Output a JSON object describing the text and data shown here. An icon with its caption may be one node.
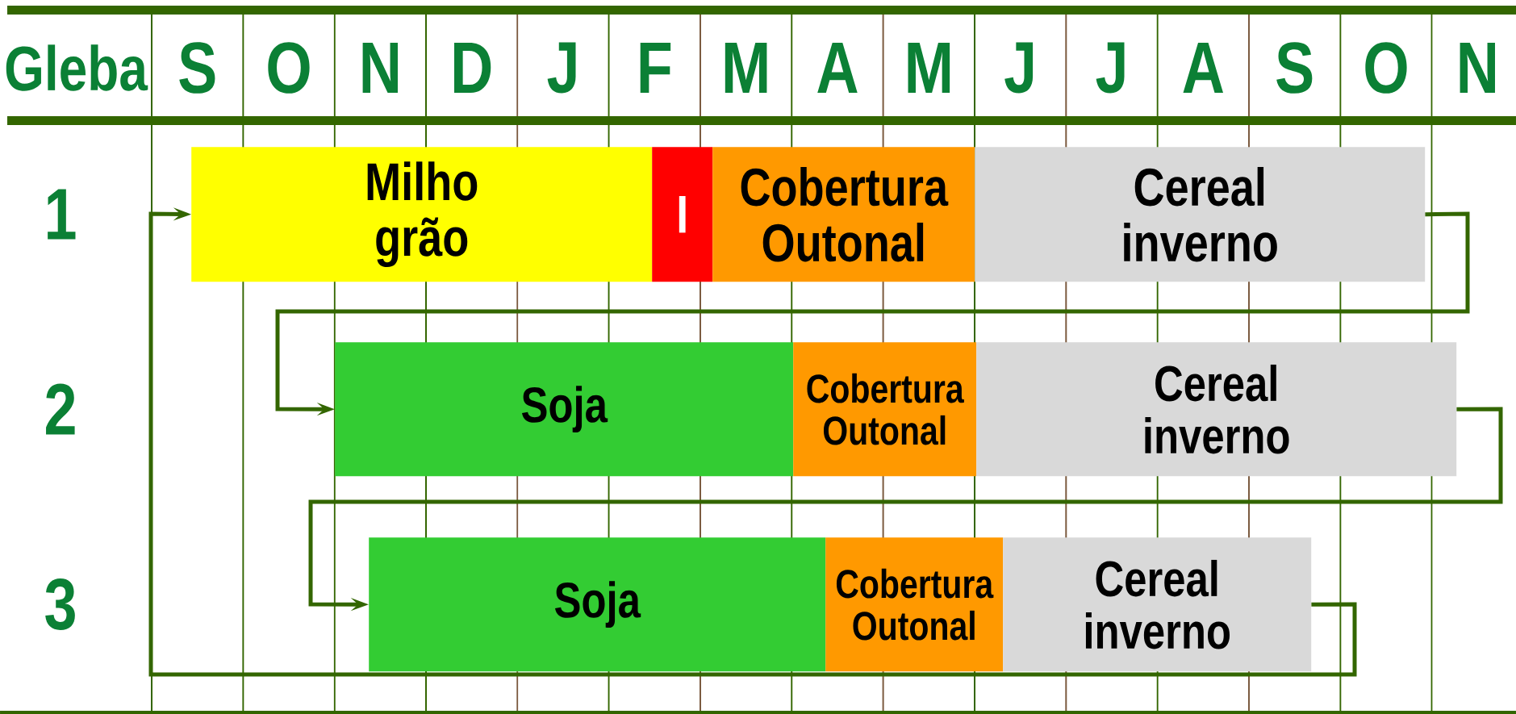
{
  "diagram": {
    "nodes": [
      {
        "text": [
          "Milho grão"
        ]
      },
      {
        "text": [
          "I"
        ]
      },
      {
        "text": [
          "Cobertura Outonal"
        ]
      },
      {
        "text": [
          "Cereal inverno"
        ]
      },
      {
        "text": [
          "Soja"
        ]
      },
      {
        "text": [
          "Cobertura Outonal"
        ]
      },
      {
        "text": [
          "Cereal inverno"
        ]
      },
      {
        "text": [
          "Soja"
        ]
      },
      {
        "text": [
          "Cobertura Outonal"
        ]
      },
      {
        "text": [
          "Cereal inverno"
        ]
      }
    ],
    "edges": [
      {
        "from": 3,
        "to": 4,
        "arrow": "to"
      },
      {
        "from": 6,
        "to": 7,
        "arrow": "to"
      },
      {
        "from": 9,
        "to": 0,
        "arrow": "to"
      }
    ],
    "labels": [
      "Gleba",
      "S",
      "O",
      "N",
      "D",
      "J",
      "F",
      "M",
      "A",
      "M",
      "J",
      "J",
      "A",
      "S",
      "O",
      "N",
      "1",
      "2",
      "3"
    ]
  }
}
